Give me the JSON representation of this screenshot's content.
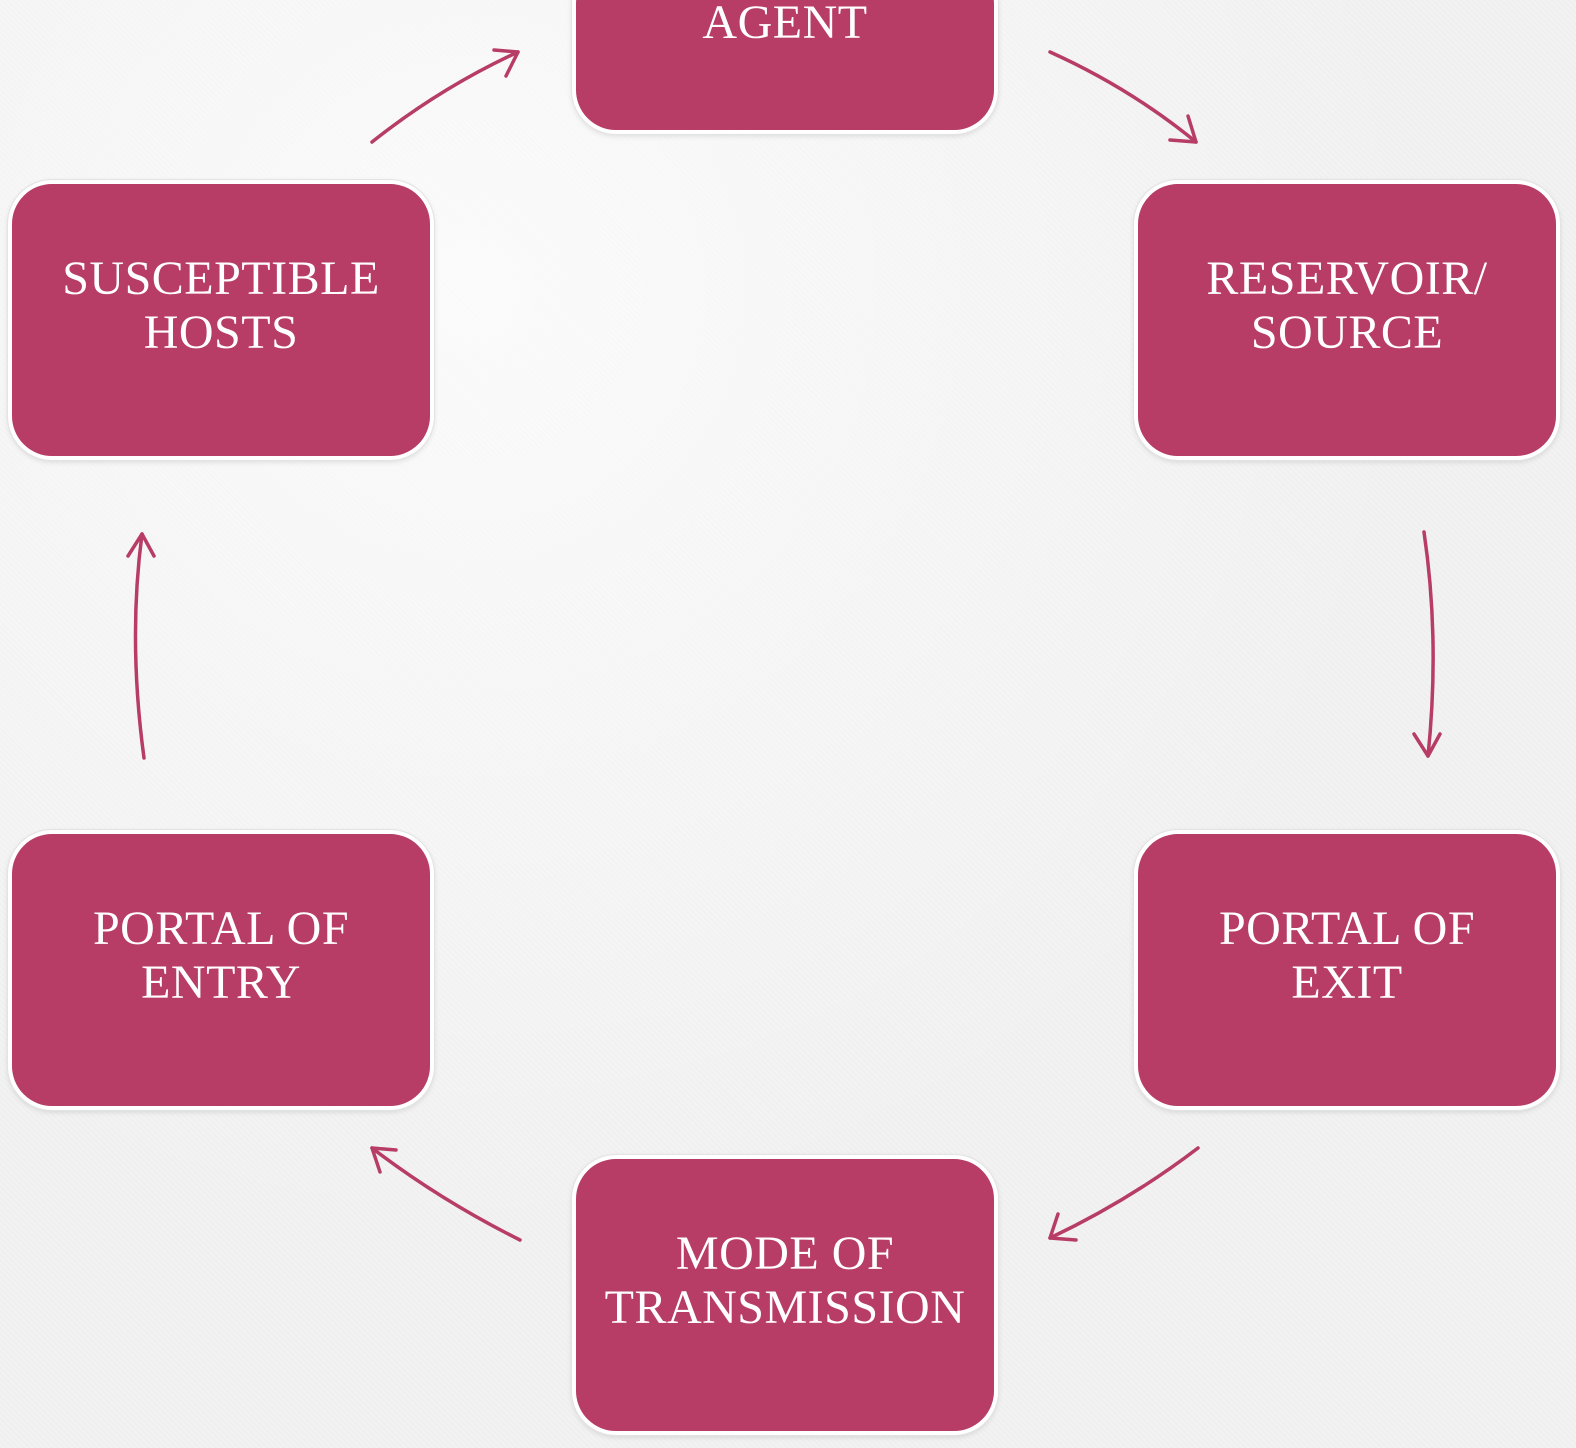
{
  "diagram": {
    "accent_color": "#b73c66",
    "background_color": "#f2f2f2",
    "nodes": {
      "agent": "AGENT",
      "reservoir": "RESERVOIR/\nSOURCE",
      "portal_exit": "PORTAL OF\nEXIT",
      "mode": "MODE OF\nTRANSMISSION",
      "portal_entry": "PORTAL OF\nENTRY",
      "susceptible": "SUSCEPTIBLE\nHOSTS"
    },
    "edges": [
      {
        "from": "AGENT",
        "to": "RESERVOIR/ SOURCE"
      },
      {
        "from": "RESERVOIR/ SOURCE",
        "to": "PORTAL OF EXIT"
      },
      {
        "from": "PORTAL OF EXIT",
        "to": "MODE OF TRANSMISSION"
      },
      {
        "from": "MODE OF TRANSMISSION",
        "to": "PORTAL OF ENTRY"
      },
      {
        "from": "PORTAL OF ENTRY",
        "to": "SUSCEPTIBLE HOSTS"
      },
      {
        "from": "SUSCEPTIBLE HOSTS",
        "to": "AGENT"
      }
    ]
  }
}
